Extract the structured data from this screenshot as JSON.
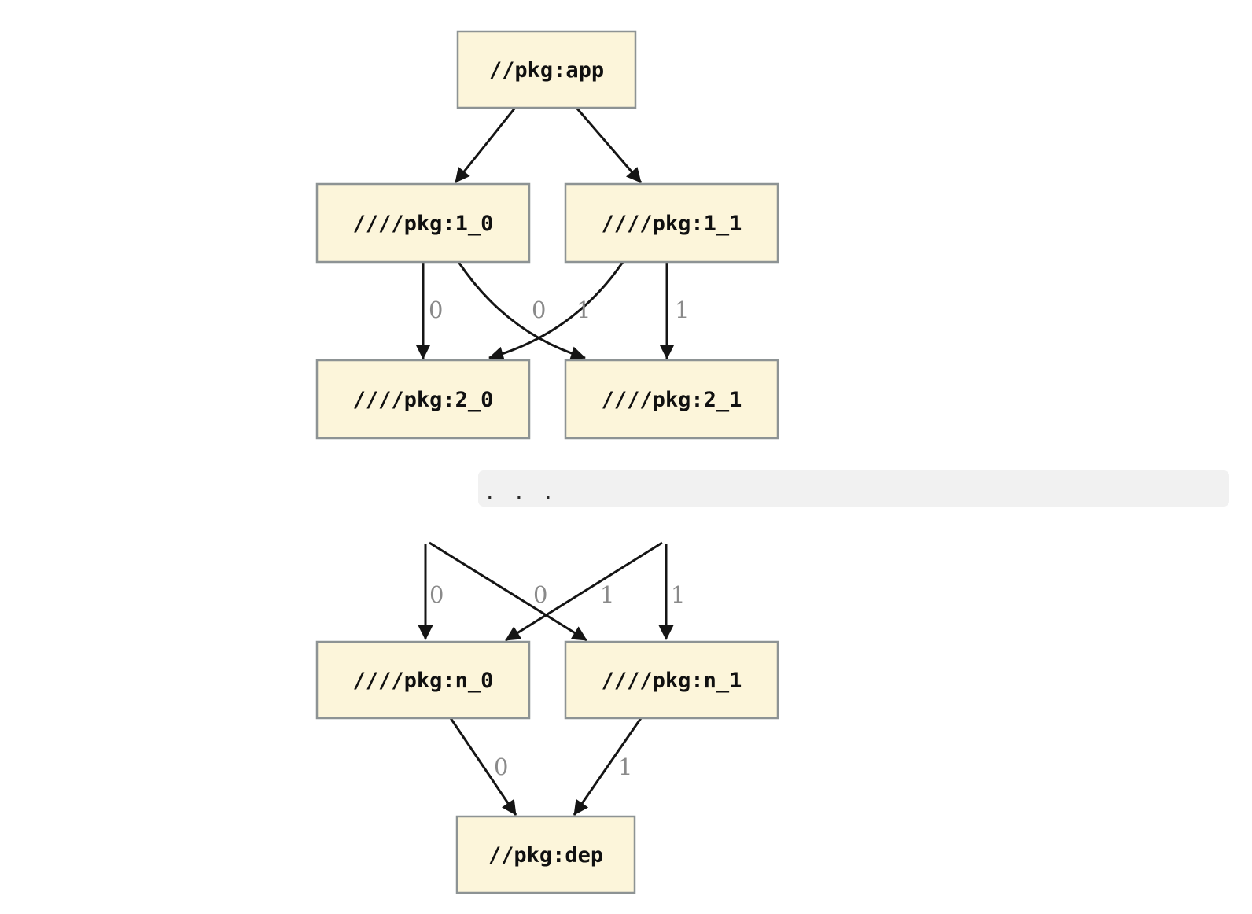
{
  "colors": {
    "background": "#FFFFFF",
    "node_fill": "#FCF5DA",
    "node_border": "#8D9394",
    "edge": "#151515",
    "edge_label": "#8A8A8A",
    "ellipsis_bar": "#F1F1F1"
  },
  "nodes": {
    "app": {
      "label": "//pkg:app"
    },
    "l1_0": {
      "label": "////pkg:1_0"
    },
    "l1_1": {
      "label": "////pkg:1_1"
    },
    "l2_0": {
      "label": "////pkg:2_0"
    },
    "l2_1": {
      "label": "////pkg:2_1"
    },
    "ln_0": {
      "label": "////pkg:n_0"
    },
    "ln_1": {
      "label": "////pkg:n_1"
    },
    "dep": {
      "label": "//pkg:dep"
    }
  },
  "ellipsis": {
    "label": ". . ."
  },
  "edge_labels": {
    "e1_0_to_2_0": "0",
    "e1_1_to_2_0": "0",
    "e1_0_to_2_1": "1",
    "e1_1_to_2_1": "1",
    "eprev_to_n_0": "0",
    "ecross_to_n_0": "0",
    "ecross_to_n_1": "1",
    "eprev_to_n_1": "1",
    "en_0_to_dep": "0",
    "en_1_to_dep": "1"
  }
}
